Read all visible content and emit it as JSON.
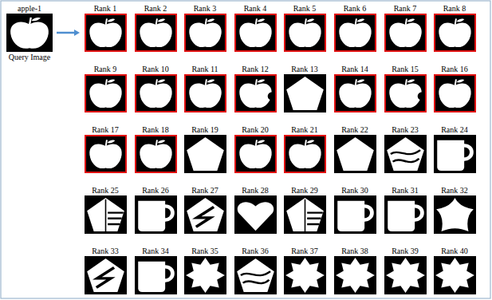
{
  "diagram": {
    "nodes": [
      {
        "text": [
          "apple-1",
          "Query Image"
        ]
      },
      {
        "text": [
          "Rank 1"
        ]
      },
      {
        "text": [
          "Rank 2"
        ]
      },
      {
        "text": [
          "Rank 3"
        ]
      },
      {
        "text": [
          "Rank 4"
        ]
      },
      {
        "text": [
          "Rank 5"
        ]
      },
      {
        "text": [
          "Rank 6"
        ]
      },
      {
        "text": [
          "Rank 7"
        ]
      },
      {
        "text": [
          "Rank 8"
        ]
      },
      {
        "text": [
          "Rank 9"
        ]
      },
      {
        "text": [
          "Rank 10"
        ]
      },
      {
        "text": [
          "Rank 11"
        ]
      },
      {
        "text": [
          "Rank 12"
        ]
      },
      {
        "text": [
          "Rank 13"
        ]
      },
      {
        "text": [
          "Rank 14"
        ]
      },
      {
        "text": [
          "Rank 15"
        ]
      },
      {
        "text": [
          "Rank 16"
        ]
      },
      {
        "text": [
          "Rank 17"
        ]
      },
      {
        "text": [
          "Rank 18"
        ]
      },
      {
        "text": [
          "Rank 19"
        ]
      },
      {
        "text": [
          "Rank 20"
        ]
      },
      {
        "text": [
          "Rank 21"
        ]
      },
      {
        "text": [
          "Rank 22"
        ]
      },
      {
        "text": [
          "Rank 23"
        ]
      },
      {
        "text": [
          "Rank 24"
        ]
      },
      {
        "text": [
          "Rank 25"
        ]
      },
      {
        "text": [
          "Rank 26"
        ]
      },
      {
        "text": [
          "Rank 27"
        ]
      },
      {
        "text": [
          "Rank 28"
        ]
      },
      {
        "text": [
          "Rank 29"
        ]
      },
      {
        "text": [
          "Rank 30"
        ]
      },
      {
        "text": [
          "Rank 31"
        ]
      },
      {
        "text": [
          "Rank 32"
        ]
      },
      {
        "text": [
          "Rank 33"
        ]
      },
      {
        "text": [
          "Rank 34"
        ]
      },
      {
        "text": [
          "Rank 35"
        ]
      },
      {
        "text": [
          "Rank 36"
        ]
      },
      {
        "text": [
          "Rank 37"
        ]
      },
      {
        "text": [
          "Rank 38"
        ]
      },
      {
        "text": [
          "Rank 39"
        ]
      },
      {
        "text": [
          "Rank 40"
        ]
      }
    ],
    "edges": [
      {
        "from": 0,
        "to": 1,
        "arrow": "to"
      }
    ]
  }
}
